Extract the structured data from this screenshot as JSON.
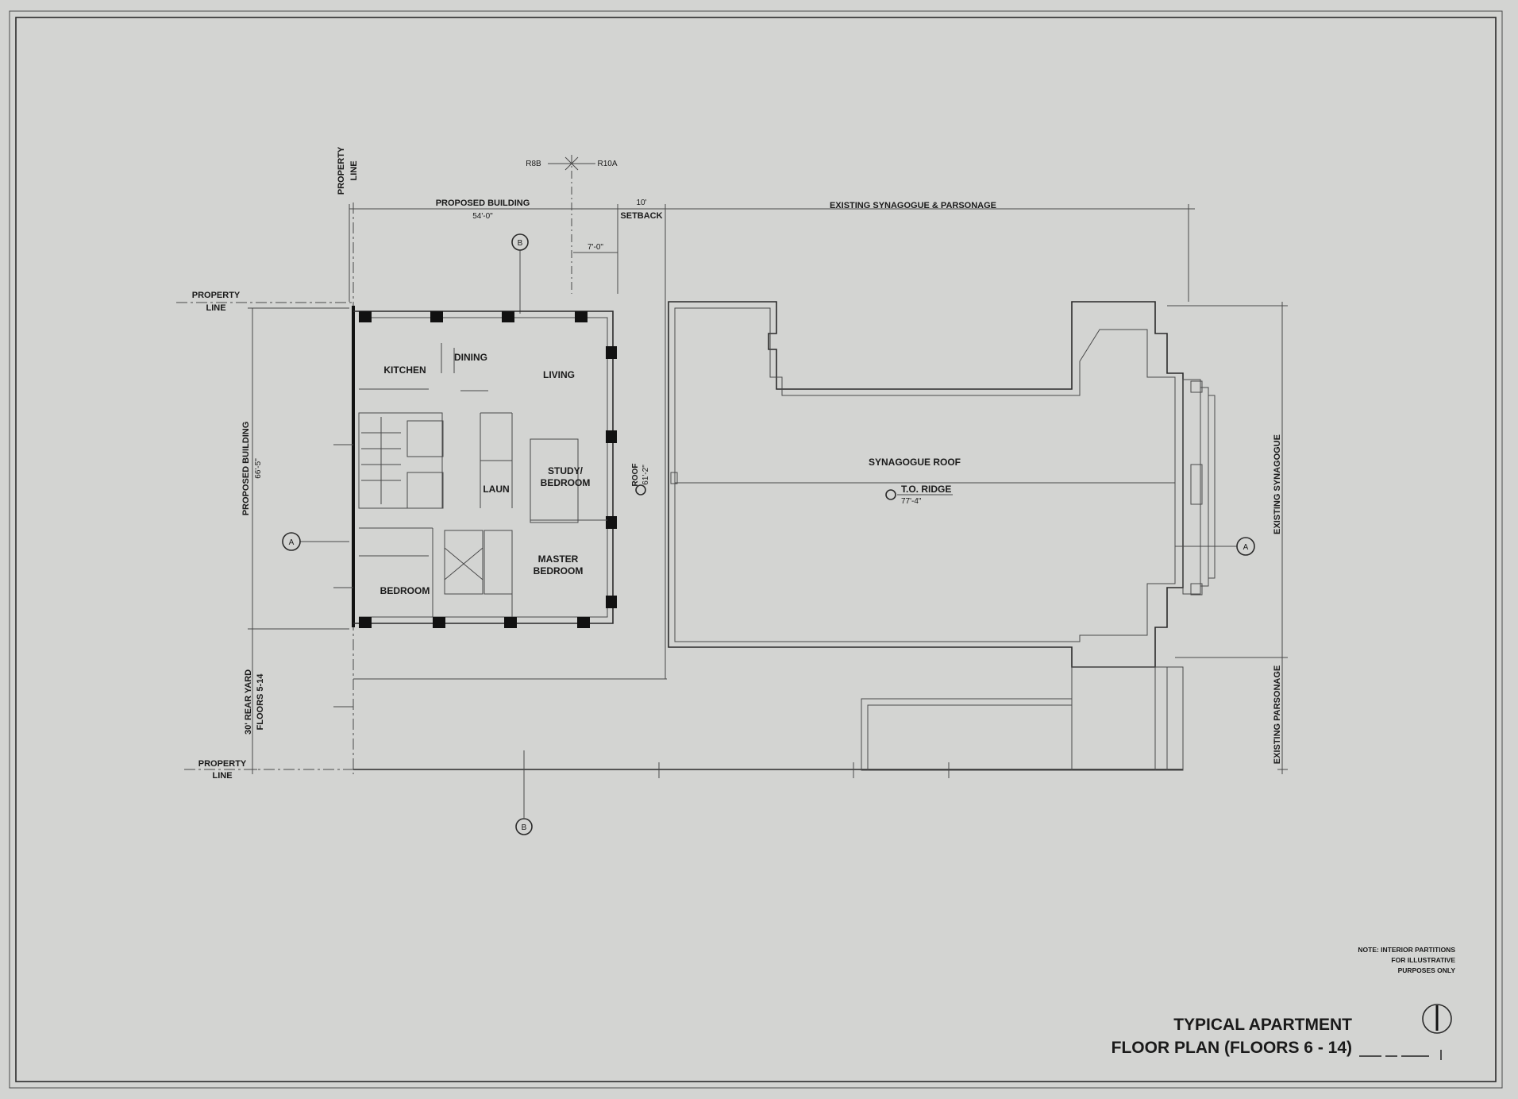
{
  "drawing": {
    "title_line1": "TYPICAL APARTMENT",
    "title_line2": "FLOOR PLAN (FLOORS 6 - 14)",
    "note_line1": "NOTE: INTERIOR PARTITIONS",
    "note_line2": "FOR ILLUSTRATIVE",
    "note_line3": "PURPOSES ONLY"
  },
  "labels": {
    "property_line_word1": "PROPERTY",
    "property_line_word2": "LINE",
    "zone_left": "R8B",
    "zone_right": "R10A",
    "proposed_building_width": "PROPOSED BUILDING",
    "proposed_building_width_dim": "54'-0\"",
    "setback_dim": "10'",
    "setback_word": "SETBACK",
    "small_dim": "7'-0\"",
    "existing_synagogue_parsonage": "EXISTING SYNAGOGUE & PARSONAGE",
    "proposed_building_depth": "PROPOSED BUILDING",
    "proposed_building_depth_dim": "66'-5\"",
    "rear_yard_line1": "30' REAR YARD",
    "rear_yard_line2": "FLOORS 5-14",
    "existing_synagogue": "EXISTING SYNAGOGUE",
    "existing_parsonage": "EXISTING PARSONAGE",
    "synagogue_roof": "SYNAGOGUE ROOF",
    "to_ridge": "T.O. RIDGE",
    "to_ridge_dim": "77'-4\"",
    "roof": "ROOF",
    "roof_dim": "61'-2\"",
    "section_a": "A",
    "section_b": "B"
  },
  "rooms": {
    "kitchen": "KITCHEN",
    "dining": "DINING",
    "living": "LIVING",
    "study_line1": "STUDY/",
    "study_line2": "BEDROOM",
    "laun": "LAUN",
    "master_line1": "MASTER",
    "master_line2": "BEDROOM",
    "bedroom": "BEDROOM"
  }
}
